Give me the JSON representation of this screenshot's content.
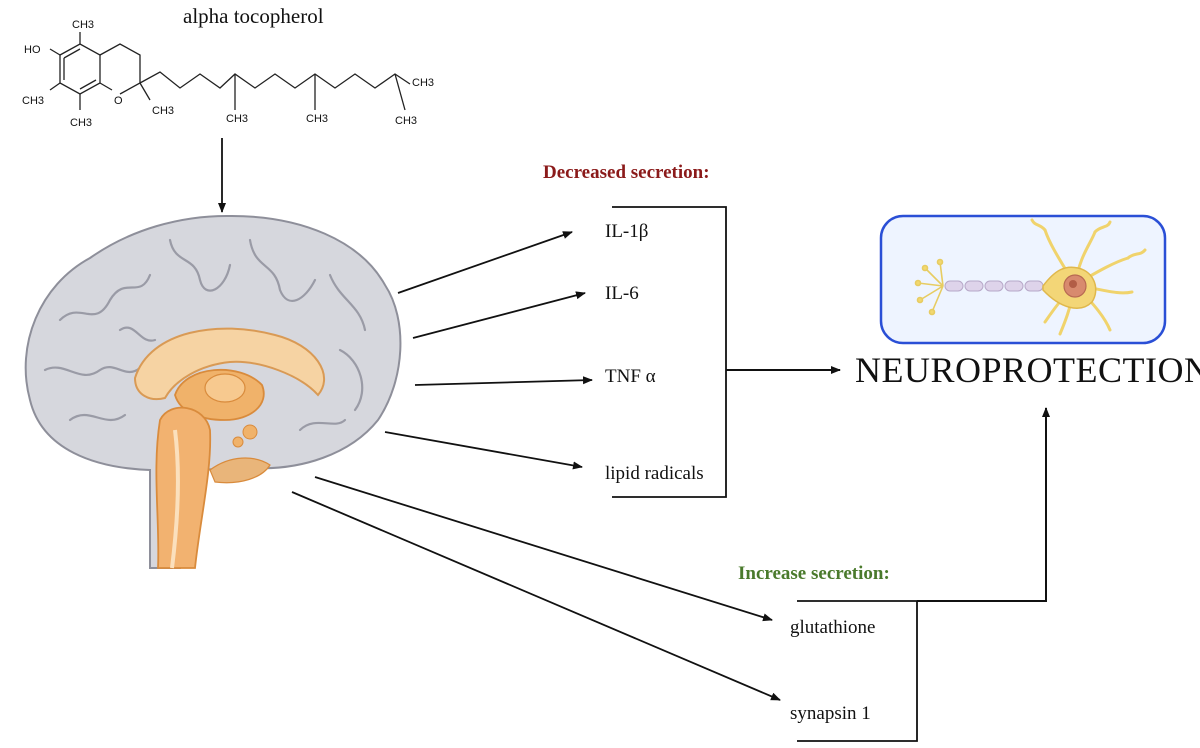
{
  "molecule": {
    "name": "alpha tocopherol",
    "groups": [
      "HO",
      "CH3",
      "CH3",
      "CH3",
      "O",
      "CH3",
      "CH3",
      "CH3",
      "CH3",
      "CH3"
    ]
  },
  "decreased": {
    "heading": "Decreased secretion:",
    "color": "#8b1a1a",
    "items": [
      "IL-1β",
      "IL-6",
      "TNF α",
      "lipid radicals"
    ]
  },
  "increased": {
    "heading": "Increase secretion:",
    "color": "#4a7a2c",
    "items": [
      "glutathione",
      "synapsin 1"
    ]
  },
  "outcome": {
    "label": "NEUROPROTECTION",
    "frame_color": "#2a4fd6"
  },
  "icons": [
    "chemical-structure-icon",
    "brain-icon",
    "neuron-icon"
  ]
}
